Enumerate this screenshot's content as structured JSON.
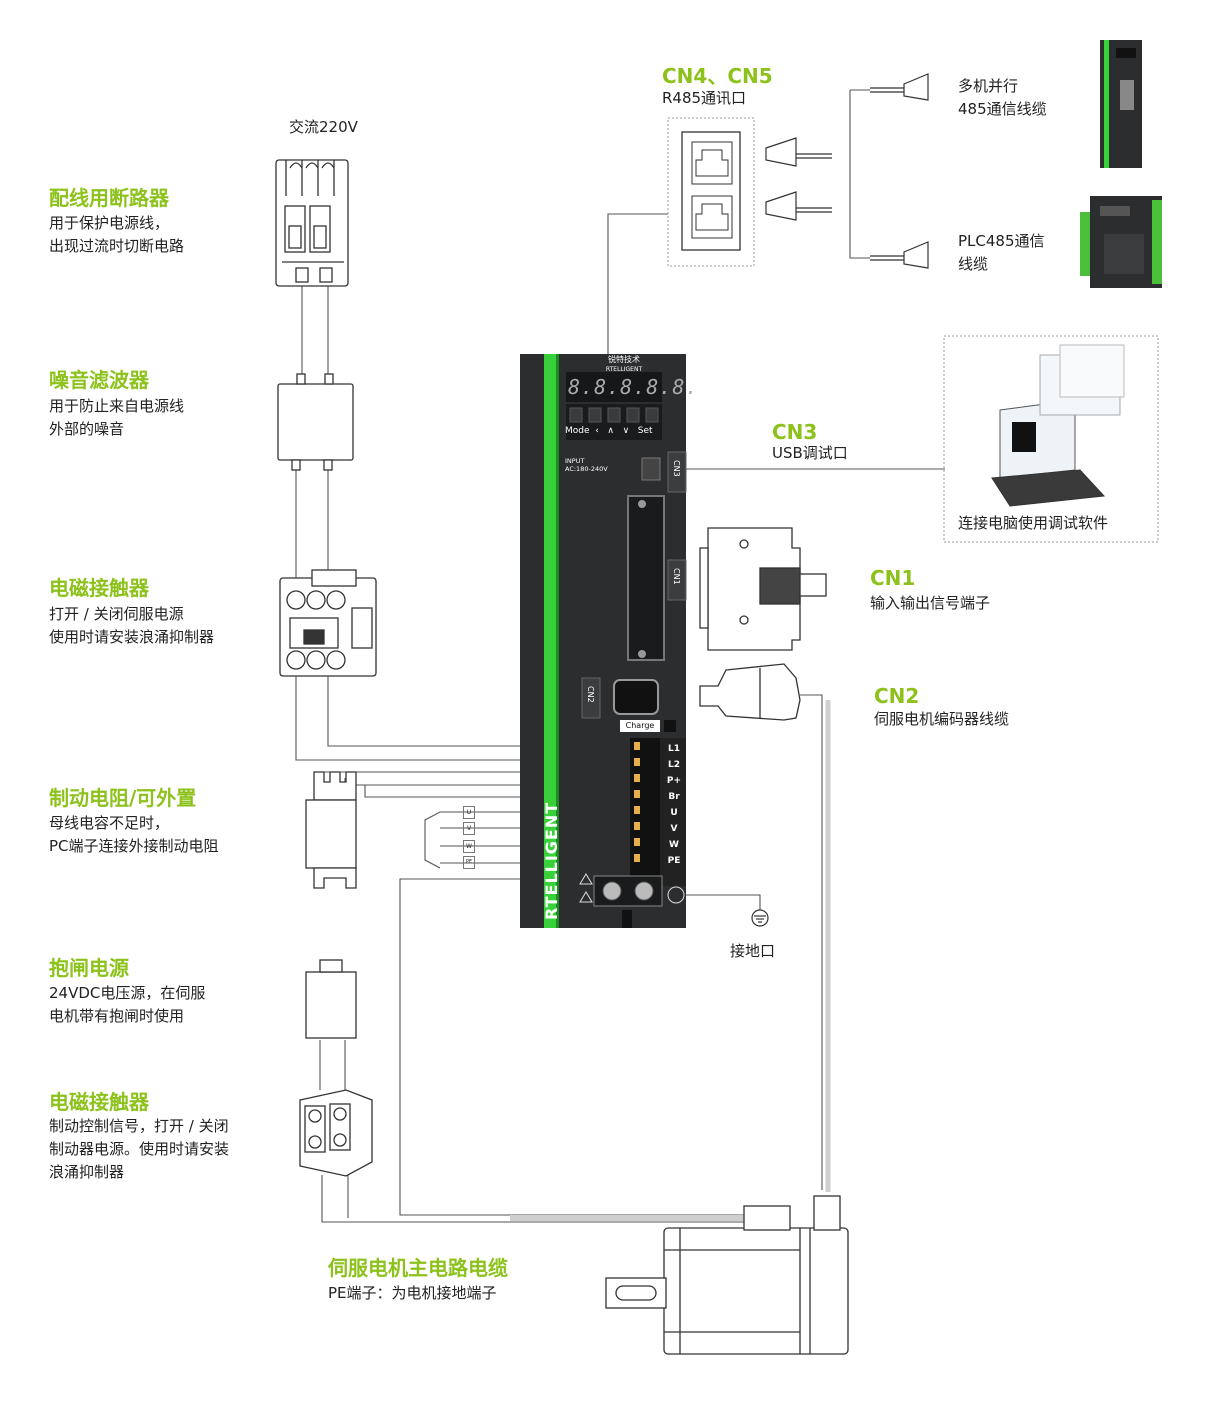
{
  "power": {
    "label": "交流220V"
  },
  "components": [
    {
      "title": "配线用断路器",
      "desc": "用于保护电源线，\n出现过流时切断电路"
    },
    {
      "title": "噪音滤波器",
      "desc": "用于防止来自电源线\n外部的噪音"
    },
    {
      "title": "电磁接触器",
      "desc": "打开 / 关闭伺服电源\n使用时请安装浪涌抑制器"
    },
    {
      "title": "制动电阻/可外置",
      "desc": "母线电容不足时，\nPC端子连接外接制动电阻"
    },
    {
      "title": "抱闸电源",
      "desc": "24VDC电压源，在伺服\n电机带有抱闸时使用"
    },
    {
      "title": "电磁接触器",
      "desc": "制动控制信号，打开 / 关闭\n制动器电源。使用时请安装\n浪涌抑制器"
    }
  ],
  "cn45": {
    "title": "CN4、CN5",
    "desc": "R485通讯口"
  },
  "multi": {
    "label": "多机并行\n485通信线缆"
  },
  "plc": {
    "label": "PLC485通信\n线缆"
  },
  "cn3": {
    "title": "CN3",
    "desc": "USB调试口"
  },
  "pc": {
    "label": "连接电脑使用调试软件"
  },
  "cn1": {
    "title": "CN1",
    "desc": "输入输出信号端子"
  },
  "cn2": {
    "title": "CN2",
    "desc": "伺服电机编码器线缆"
  },
  "ground": {
    "label": "接地口"
  },
  "motor_cable": {
    "title": "伺服电机主电路电缆",
    "desc": "PE端子：为电机接地端子"
  },
  "drive": {
    "brand_cn": "锐特技术",
    "brand_en": "RTELLIGENT",
    "display": "8.8.8.8.8.",
    "keys": "Mode  ‹   ∧   ∨   Set",
    "input_label": "INPUT",
    "input_value": "AC:180-240V",
    "port_cn3": "CN3",
    "port_cn1": "CN1",
    "port_cn2": "CN2",
    "charge": "Charge",
    "terminals": [
      "L1",
      "L2",
      "P+",
      "Br",
      "U",
      "V",
      "W",
      "PE"
    ],
    "cable_tags": [
      "U",
      "V",
      "W",
      "PE"
    ]
  },
  "colors": {
    "accent": "#8cc21b",
    "drive_body": "#2b2d2f",
    "drive_stripe": "#39d13a"
  }
}
